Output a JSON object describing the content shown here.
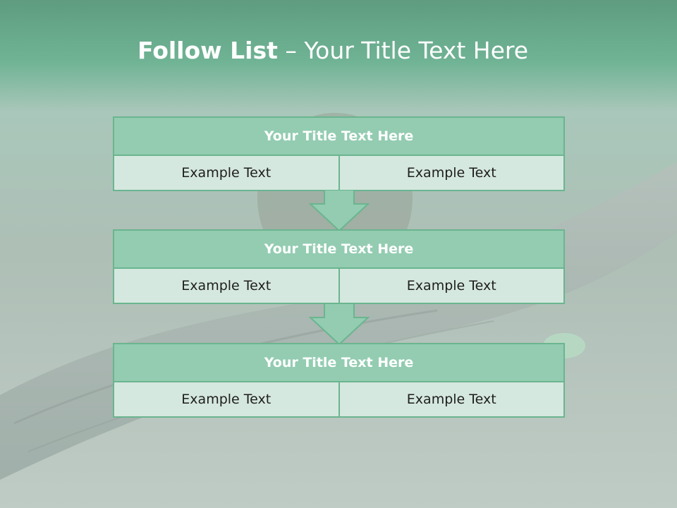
{
  "slide": {
    "title_bold": "Follow List",
    "title_rest": " – Your Title Text Here"
  },
  "blocks": [
    {
      "title": "Your Title Text Here",
      "left": "Example Text",
      "right": "Example Text"
    },
    {
      "title": "Your Title Text Here",
      "left": "Example Text",
      "right": "Example Text"
    },
    {
      "title": "Your Title Text Here",
      "left": "Example Text",
      "right": "Example Text"
    }
  ],
  "colors": {
    "header_fill": "#93ccb1",
    "cell_fill": "#d5e8df",
    "border": "#6ab58f"
  }
}
